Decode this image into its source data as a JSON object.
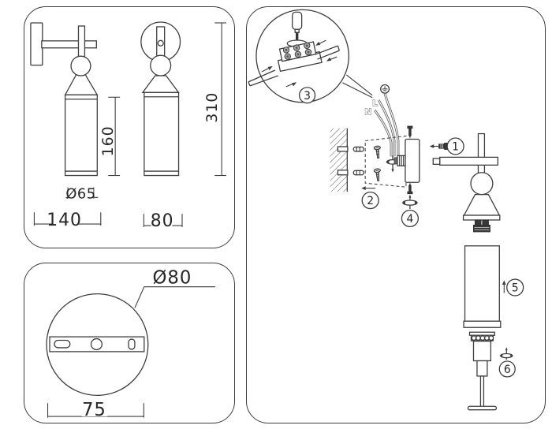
{
  "side_view": {
    "height": "160",
    "diameter": "Ø65",
    "width": "140"
  },
  "front_view": {
    "height": "310",
    "width": "80"
  },
  "mount_plate": {
    "diameter": "Ø80",
    "spacing": "75"
  },
  "assembly": {
    "steps": [
      "1",
      "2",
      "3",
      "4",
      "5",
      "6"
    ],
    "wires": {
      "live": "L",
      "neutral": "N"
    }
  }
}
